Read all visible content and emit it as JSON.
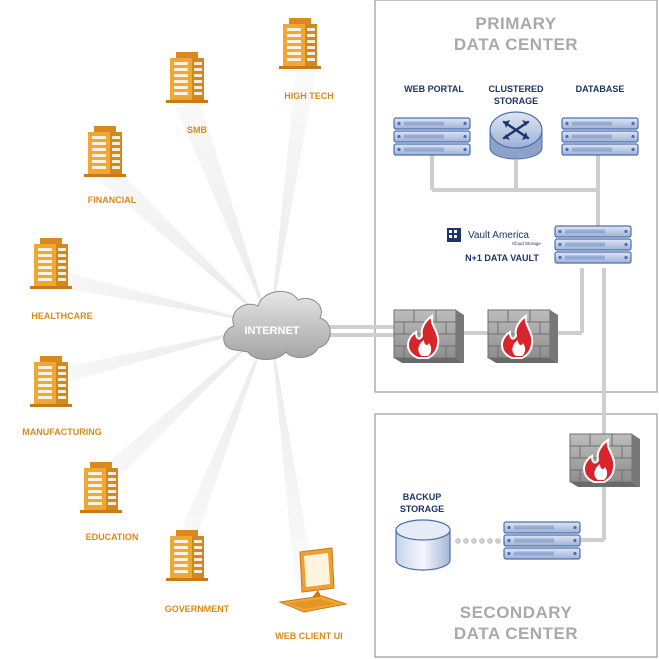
{
  "primary": {
    "title_line1": "PRIMARY",
    "title_line2": "DATA CENTER"
  },
  "secondary": {
    "title_line1": "SECONDARY",
    "title_line2": "DATA CENTER"
  },
  "internet": {
    "label": "INTERNET"
  },
  "clients": [
    {
      "label": "HIGH TECH"
    },
    {
      "label": "SMB"
    },
    {
      "label": "FINANCIAL"
    },
    {
      "label": "HEALTHCARE"
    },
    {
      "label": "MANUFACTURING"
    },
    {
      "label": "EDUCATION"
    },
    {
      "label": "GOVERNMENT"
    },
    {
      "label": "WEB CLIENT UI"
    }
  ],
  "primary_nodes": {
    "web_portal": "WEB PORTAL",
    "clustered_storage_line1": "CLUSTERED",
    "clustered_storage_line2": "STORAGE",
    "database": "DATABASE",
    "vault_brand": "Vault America",
    "vault_sub": "Cloud Storage",
    "vault_label": "N+1 DATA VAULT"
  },
  "secondary_nodes": {
    "backup_line1": "BACKUP",
    "backup_line2": "STORAGE"
  },
  "colors": {
    "building": "#f0a030",
    "building_dark": "#c87a18",
    "label_orange": "#d88a1c",
    "label_navy": "#1c3468",
    "server_blue": "#4a6fb0",
    "wall_gray": "#8c8c8c",
    "flame": "#d8252c",
    "line_gray": "#cfcfcf",
    "title_gray": "#a9a9a9"
  },
  "icons": [
    "building-icon",
    "cloud-icon",
    "server-icon",
    "router-icon",
    "firewall-icon",
    "storage-drum-icon",
    "computer-icon"
  ]
}
